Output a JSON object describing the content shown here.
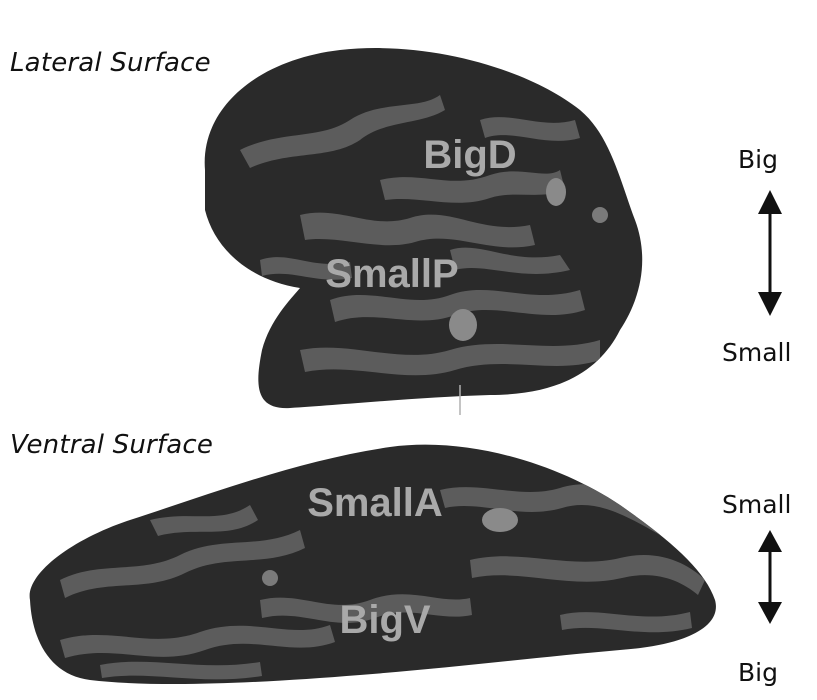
{
  "panels": {
    "lateral": {
      "title": "Lateral Surface",
      "regions": [
        "BigD",
        "SmallP"
      ],
      "scale": {
        "top": "Big",
        "bottom": "Small"
      }
    },
    "ventral": {
      "title": "Ventral Surface",
      "regions": [
        "SmallA",
        "BigV"
      ],
      "scale": {
        "top": "Small",
        "bottom": "Big"
      }
    }
  },
  "colors": {
    "background": "#ffffff",
    "cortex_dark": "#2a2a2a",
    "sulcus_pattern": "#5c5c5c",
    "region_label": "#a9a9a9",
    "text": "#111111"
  }
}
